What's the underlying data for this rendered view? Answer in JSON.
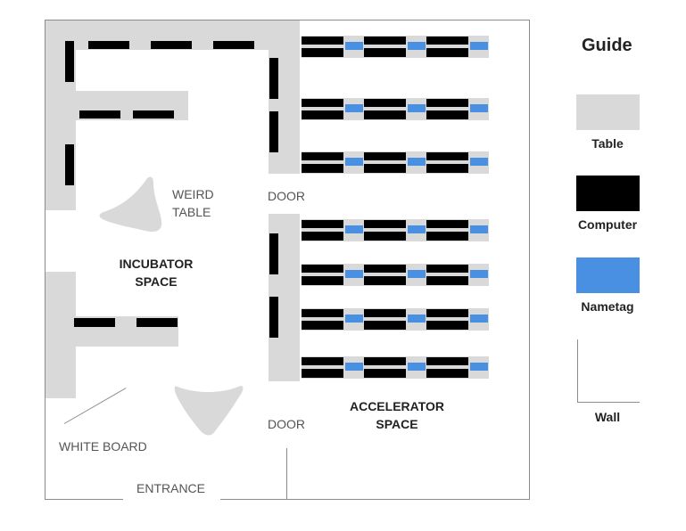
{
  "labels": {
    "weird_table": [
      "WEIRD",
      "TABLE"
    ],
    "incubator": [
      "INCUBATOR",
      "SPACE"
    ],
    "accelerator": [
      "ACCELERATOR",
      "SPACE"
    ],
    "door_upper": "DOOR",
    "door_lower": "DOOR",
    "white_board": "WHITE BOARD",
    "entrance": "ENTRANCE"
  },
  "legend": {
    "title": "Guide",
    "items": [
      {
        "key": "table",
        "label": "Table",
        "color": "#d9d9d9"
      },
      {
        "key": "computer",
        "label": "Computer",
        "color": "#000000"
      },
      {
        "key": "nametag",
        "label": "Nametag",
        "color": "#4a90e2"
      },
      {
        "key": "wall",
        "label": "Wall",
        "color": "#8c8c8c"
      }
    ]
  },
  "colors": {
    "table": "#d9d9d9",
    "computer": "#000000",
    "nametag": "#4a90e2",
    "wall": "#8c8c8c"
  }
}
